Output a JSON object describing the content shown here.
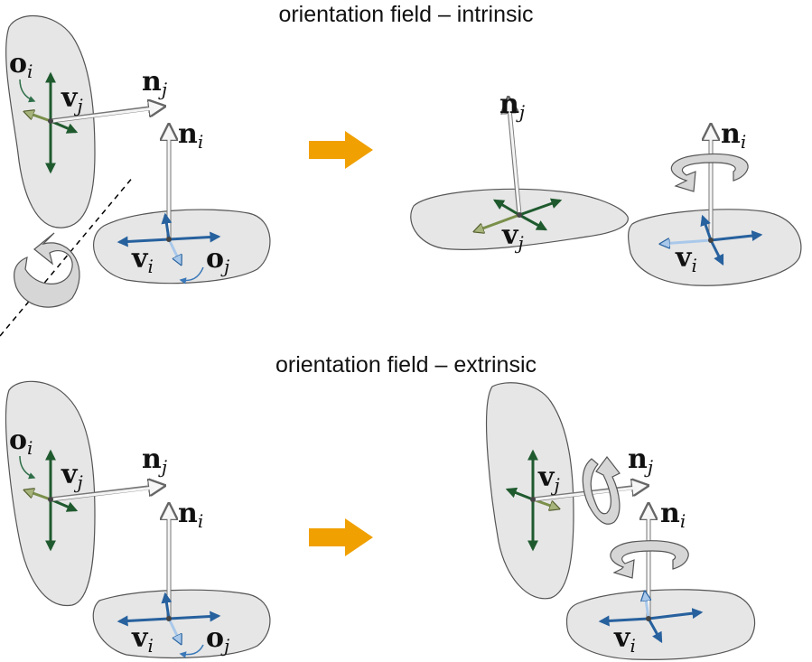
{
  "titles": {
    "top": "orientation field – intrinsic",
    "bottom": "orientation field – extrinsic"
  },
  "labels": {
    "o": "o",
    "v": "v",
    "n": "n",
    "i": "i",
    "j": "j"
  },
  "colors": {
    "arrow": "#f0a000",
    "dark_green": "#1f5a2e",
    "light_green": "#a6b37a",
    "dark_blue": "#27619e",
    "light_blue": "#a9c8ea",
    "patch": "#e6e6e6"
  }
}
